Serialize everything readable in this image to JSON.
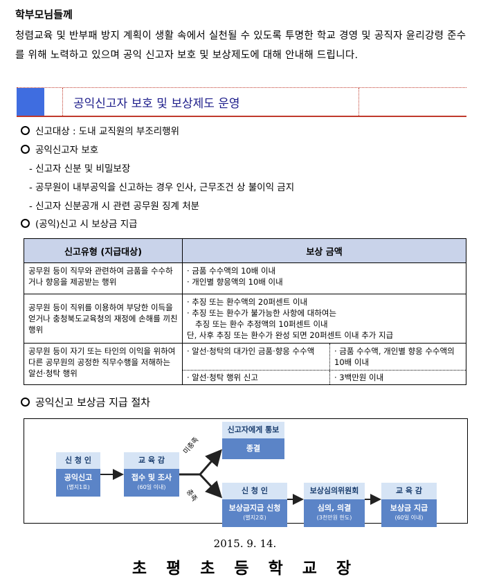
{
  "greeting": "학부모님들께",
  "intro": "청렴교육 및 반부패 방지 계획이 생활 속에서 실천될 수 있도록 투명한 학교 경영 및 공직자 윤리강령 준수를 위해 노력하고 있으며 공익 신고자 보호 및 보상제도에 대해 안내해 드립니다.",
  "section_title": "공익신고자 보호 및 보상제도 운영",
  "bullets": {
    "target": "신고대상 : 도내 교직원의 부조리행위",
    "protection": "공익신고자 보호",
    "sub1": "- 신고자 신분 및 비밀보장",
    "sub2": "- 공무원이 내부공익을 신고하는 경우 인사, 근무조건 상 불이익 금지",
    "sub3": "- 신고자 신분공개 시 관련 공무원 징계 처분",
    "reward": "(공익)신고 시 보상금 지급"
  },
  "table": {
    "col1": "신고유형 (지급대상)",
    "col2": "보상 금액",
    "r1_type": "공무원 등이 직무와 관련하여 금품을 수수하거나 향응을 제공받는 행위",
    "r1_amt1": "· 금품 수수액의 10배 이내",
    "r1_amt2": "· 개인별 향응액의 10배 이내",
    "r2_type": "공무원 등이 직위를 이용하여 부당한 이득을 얻거나 충청북도교육청의 재정에 손해를 끼친 행위",
    "r2_a1": "· 추징 또는 환수액의 20퍼센트 이내",
    "r2_a2": "· 추징 또는 환수가 불가능한 사항에 대하여는",
    "r2_a3": "추징 또는 환수 추정액의 10퍼센트 이내",
    "r2_a4": "단, 사후 추징 또는 환수가 완성 되면 20퍼센트 이내 추가 지급",
    "r3_type": "공무원 등이 자기 또는 타인의 이익을 위하여 다른 공무원의 공정한 직무수행을 저해하는 알선·청탁 행위",
    "r3_a1": "· 알선·청탁의 대가인 금품·향응 수수액",
    "r3_b1": "· 금품 수수액, 개인별 향응 수수액의 10배 이내",
    "r3_a2": "· 알선·청탁 행위 신고",
    "r3_b2": "· 3백만원 이내"
  },
  "procedure_title": "공익신고 보상금 지급 절차",
  "flow": {
    "b1_top": "신 청 인",
    "b1_main": "공익신고",
    "b1_sub": "(별지1호)",
    "b2_top": "교 육 감",
    "b2_main": "접수 및 조사",
    "b2_sub": "(60일 이내)",
    "b3_top": "신고자에게 통보",
    "b3_main": "종결",
    "b4_top": "신 청 인",
    "b4_main": "보상금지급 신청",
    "b4_sub": "(별지2호)",
    "b5_top": "보상심의위원회",
    "b5_main": "심의, 의결",
    "b5_sub": "(3천만원 한도)",
    "b6_top": "교 육 감",
    "b6_main": "보상금 지급",
    "b6_sub": "(60일 이내)",
    "label_up": "미충족",
    "label_down": "충족"
  },
  "date": "2015. 9. 14.",
  "signature": "초 평 초 등 학 교 장"
}
